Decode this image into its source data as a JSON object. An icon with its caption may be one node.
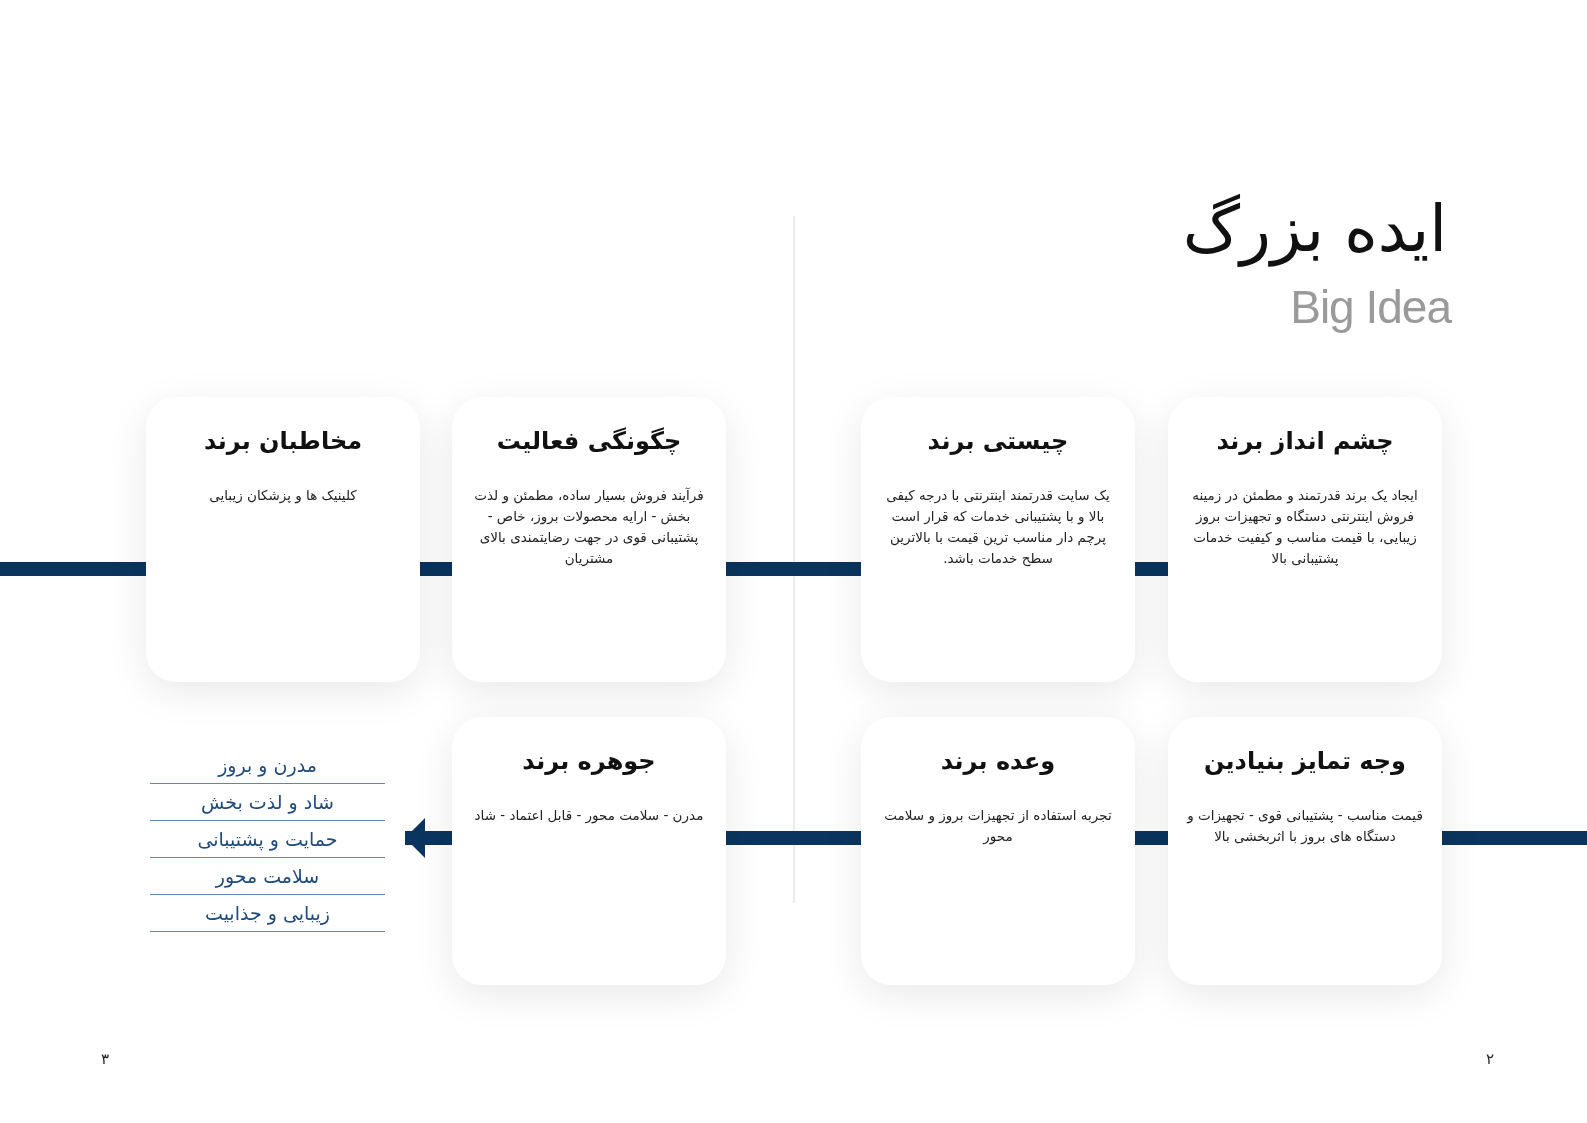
{
  "diagram": {
    "title": "ایده بزرگ",
    "nodes": [
      {
        "text": [
          "چشم انداز برند",
          "ایجاد یک برند قدرتمند و مطمئن در زمینه فروش اینترنتی دستگاه و تجهیزات بروز زیبایی، با قیمت مناسب و کیفیت خدمات پشتیبانی بالا"
        ]
      },
      {
        "text": [
          "چیستی برند",
          "یک سایت قدرتمند اینترنتی با درجه کیفی بالا و با پشتیبانی خدمات که قرار است پرچم دار مناسب ترین قیمت با بالاترین سطح خدمات باشد."
        ]
      },
      {
        "text": [
          "چگونگی فعالیت",
          "فرآیند فروش بسیار ساده، مطمئن و لذت بخش - ارایه محصولات بروز، خاص - پشتیبانی قوی در جهت رضایتمندی بالای مشتریان"
        ]
      },
      {
        "text": [
          "مخاطبان برند",
          "کلینیک ها و پزشکان زیبایی"
        ]
      },
      {
        "text": [
          "وجه تمایز بنیادین",
          "قیمت مناسب - پشتیبانی قوی - تجهیزات و دستگاه های بروز با اثربخشی بالا"
        ]
      },
      {
        "text": [
          "وعده برند",
          "تجربه استفاده از تجهیزات بروز و سلامت محور"
        ]
      },
      {
        "text": [
          "جوهره برند",
          "مدرن - سلامت محور - قابل اعتماد - شاد"
        ]
      },
      {
        "text": [
          "مدرن و بروز",
          "شاد و لذت بخش",
          "حمایت و پشتیبانی",
          "سلامت محور",
          "زیبایی و جذابیت"
        ]
      }
    ],
    "edges": [
      {
        "from": null,
        "to": 3,
        "arrow": "none"
      },
      {
        "from": 3,
        "to": 2,
        "arrow": "none"
      },
      {
        "from": 2,
        "to": 1,
        "arrow": "none"
      },
      {
        "from": 1,
        "to": 0,
        "arrow": "none"
      },
      {
        "from": null,
        "to": 4,
        "arrow": "none"
      },
      {
        "from": 4,
        "to": 5,
        "arrow": "none"
      },
      {
        "from": 5,
        "to": 6,
        "arrow": "none"
      },
      {
        "from": 6,
        "to": 7,
        "arrow": "to"
      }
    ],
    "labels": [
      "Big Idea",
      "۳",
      "۲"
    ]
  }
}
